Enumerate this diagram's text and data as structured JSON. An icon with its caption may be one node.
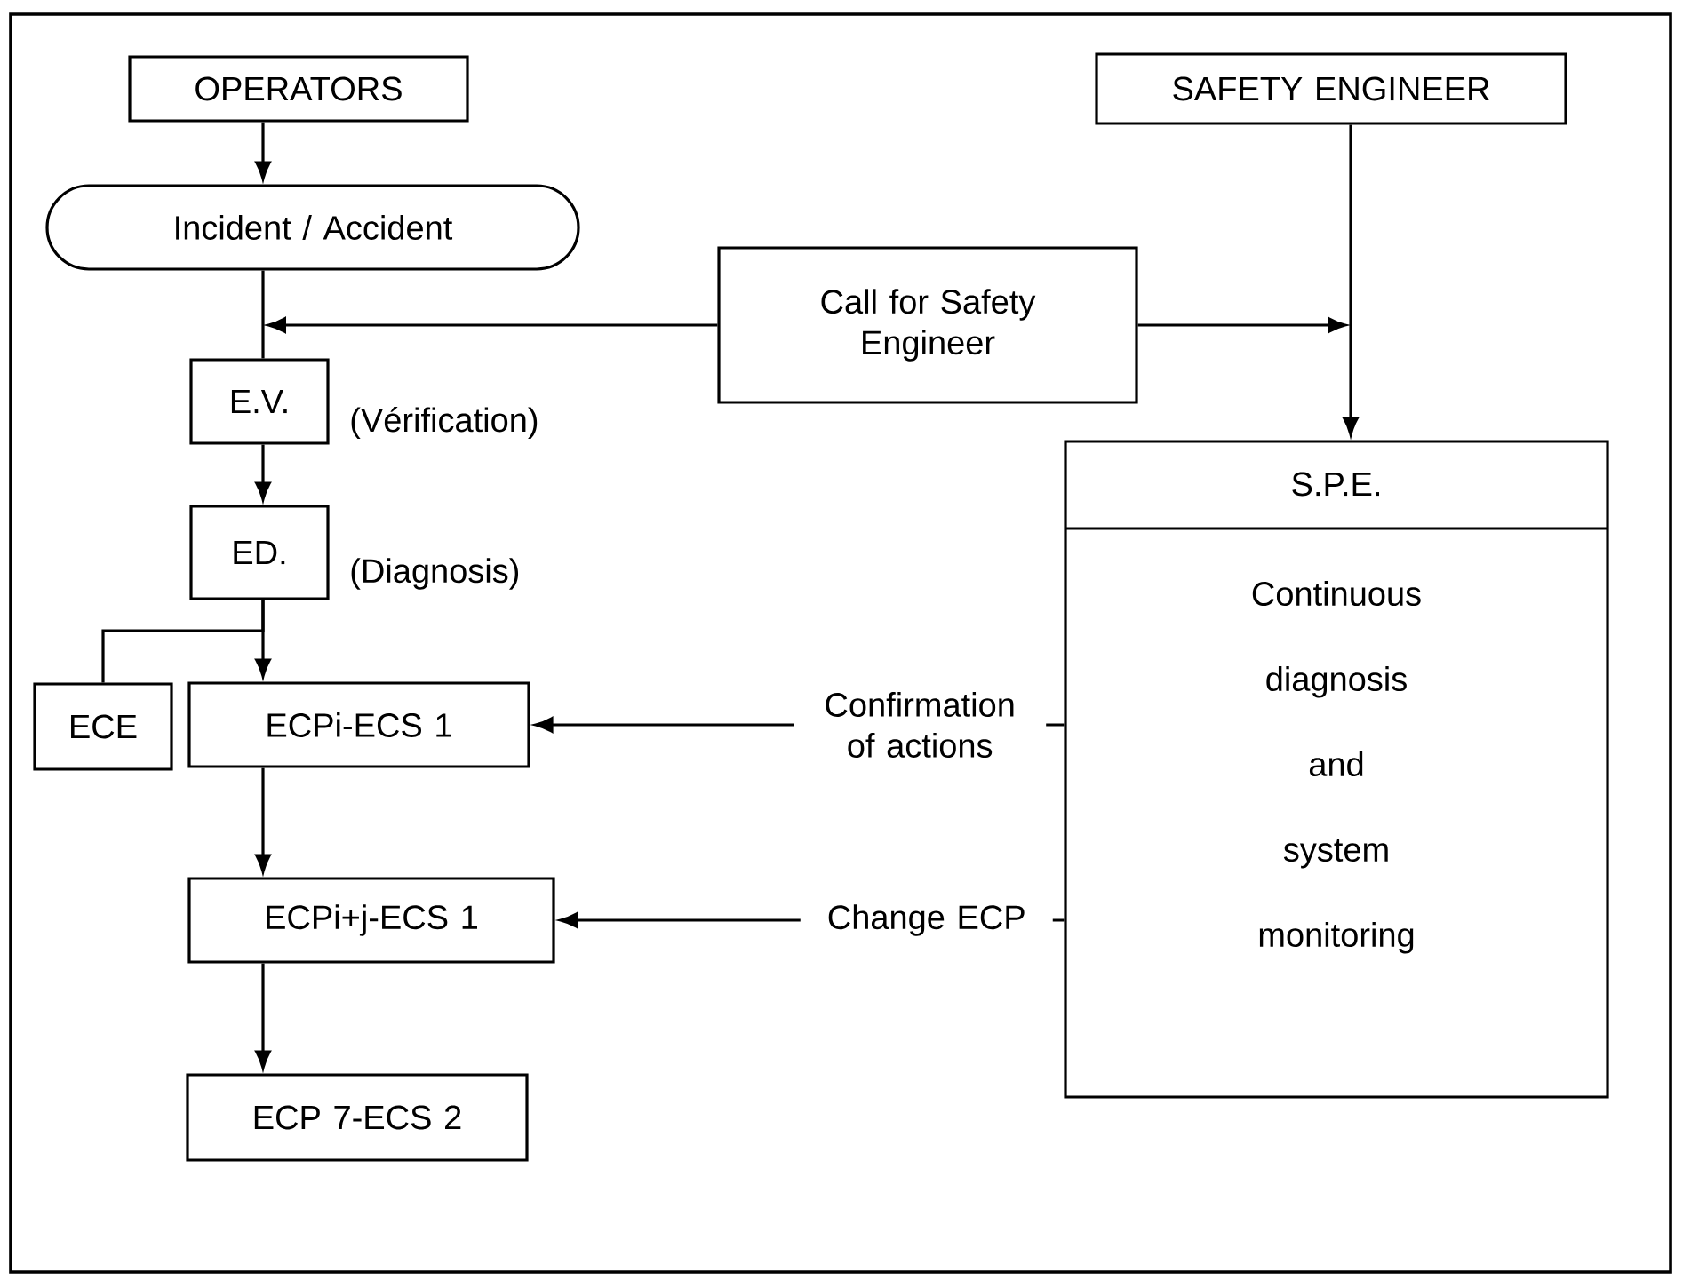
{
  "diagram": {
    "nodes": [
      {
        "text": [
          "OPERATORS"
        ]
      },
      {
        "text": [
          "Incident / Accident"
        ]
      },
      {
        "text": [
          "Call for Safety Engineer"
        ]
      },
      {
        "text": [
          "SAFETY ENGINEER"
        ]
      },
      {
        "text": [
          "E.V."
        ],
        "beside": [
          "(Vérification)"
        ]
      },
      {
        "text": [
          "ED."
        ],
        "beside": [
          "(Diagnosis)"
        ]
      },
      {
        "text": [
          "ECE"
        ]
      },
      {
        "text": [
          "ECPi-ECS 1"
        ]
      },
      {
        "text": [
          "S.P.E.",
          "Continuous diagnosis and system monitoring"
        ]
      },
      {
        "text": [
          "ECPi+j-ECS 1"
        ]
      },
      {
        "text": [
          "ECP 7-ECS 2"
        ]
      }
    ],
    "edges": [
      {
        "from": 0,
        "to": 1,
        "arrow": "to"
      },
      {
        "from": 1,
        "to": 4,
        "arrow": "none"
      },
      {
        "from": 2,
        "to": null,
        "arrow": "to"
      },
      {
        "from": 2,
        "to": null,
        "arrow": "to"
      },
      {
        "from": 3,
        "to": 8,
        "arrow": "to"
      },
      {
        "from": 4,
        "to": 5,
        "arrow": "to"
      },
      {
        "from": 5,
        "to": 6,
        "arrow": "none"
      },
      {
        "from": 5,
        "to": 7,
        "arrow": "to"
      },
      {
        "from": 8,
        "to": 7,
        "arrow": "to",
        "label": "Confirmation of actions"
      },
      {
        "from": 7,
        "to": 9,
        "arrow": "to"
      },
      {
        "from": 8,
        "to": 9,
        "arrow": "to",
        "label": "Change ECP"
      },
      {
        "from": 9,
        "to": 10,
        "arrow": "to"
      }
    ]
  }
}
